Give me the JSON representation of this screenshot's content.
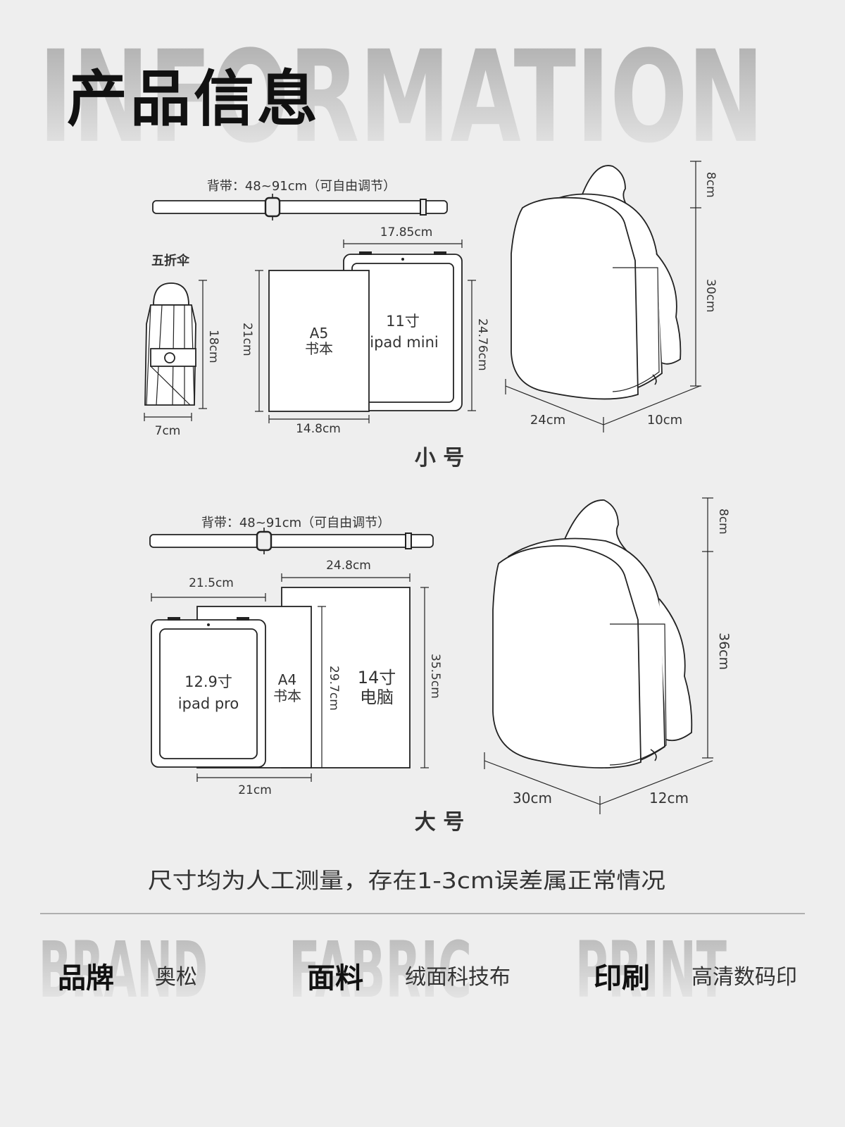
{
  "header": {
    "bg_word": "INFORMATION",
    "title": "产品信息"
  },
  "small": {
    "strap_label": "背带：48~91cm（可自由调节）",
    "umbrella_label": "五折伞",
    "umbrella_height": "18cm",
    "umbrella_width": "7cm",
    "book_height": "21cm",
    "book_width": "14.8cm",
    "book_line1": "A5",
    "book_line2": "书本",
    "ipad_width": "17.85cm",
    "ipad_height": "24.76cm",
    "ipad_line1": "11寸",
    "ipad_line2": "ipad mini",
    "bag_handle": "8cm",
    "bag_height": "30cm",
    "bag_width": "24cm",
    "bag_depth": "10cm",
    "size_label": "小 号"
  },
  "large": {
    "strap_label": "背带：48~91cm（可自由调节）",
    "ipad_width": "21.5cm",
    "ipad_line1": "12.9寸",
    "ipad_line2": "ipad pro",
    "a4_line1": "A4",
    "a4_line2": "书本",
    "a4_width": "21cm",
    "a4_height": "29.7cm",
    "laptop_width": "24.8cm",
    "laptop_height": "35.5cm",
    "laptop_line1": "14寸",
    "laptop_line2": "电脑",
    "bag_handle": "8cm",
    "bag_height": "36cm",
    "bag_width": "30cm",
    "bag_depth": "12cm",
    "size_label": "大 号"
  },
  "note": "尺寸均为人工测量，存在1-3cm误差属正常情况",
  "specs": [
    {
      "bg": "BRAND",
      "label": "品牌",
      "value": "奥松"
    },
    {
      "bg": "FABRIC",
      "label": "面料",
      "value": "绒面科技布"
    },
    {
      "bg": "PRINT",
      "label": "印刷",
      "value": "高清数码印"
    }
  ]
}
